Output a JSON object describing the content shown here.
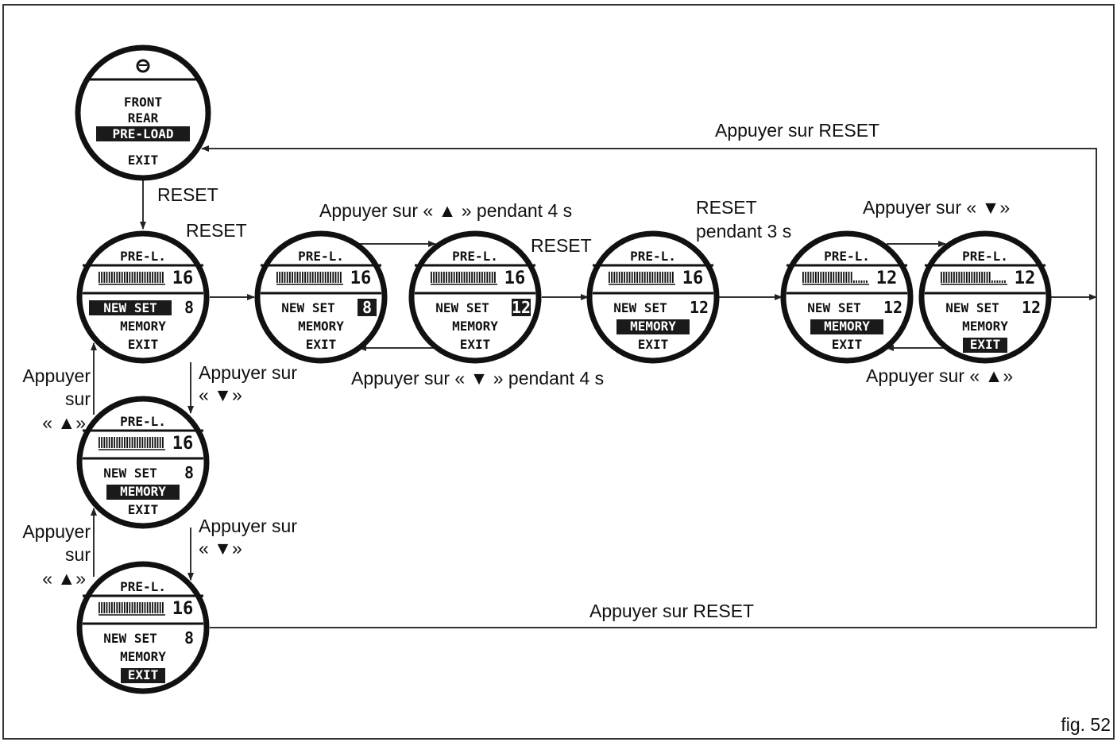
{
  "figure_label": "fig. 52",
  "menu_screen": {
    "icon": "suspension-icon",
    "items": [
      "FRONT",
      "REAR",
      "PRE-LOAD",
      "EXIT"
    ],
    "selected": "PRE-LOAD"
  },
  "screens": [
    {
      "id": "s1",
      "header": "PRE-L.",
      "value": "16",
      "bar": "full",
      "new_set": "8",
      "selected": "NEW SET"
    },
    {
      "id": "s2",
      "header": "PRE-L.",
      "value": "16",
      "bar": "full",
      "new_set": "8",
      "selected": "VALUE"
    },
    {
      "id": "s3",
      "header": "PRE-L.",
      "value": "16",
      "bar": "full",
      "new_set": "12",
      "selected": "VALUE"
    },
    {
      "id": "s4",
      "header": "PRE-L.",
      "value": "16",
      "bar": "full",
      "new_set": "12",
      "selected": "MEMORY"
    },
    {
      "id": "s5",
      "header": "PRE-L.",
      "value": "12",
      "bar": "partial",
      "new_set": "12",
      "selected": "MEMORY"
    },
    {
      "id": "s6",
      "header": "PRE-L.",
      "value": "12",
      "bar": "partial",
      "new_set": "12",
      "selected": "EXIT"
    },
    {
      "id": "s7",
      "header": "PRE-L.",
      "value": "16",
      "bar": "full",
      "new_set": "8",
      "selected": "MEMORY"
    },
    {
      "id": "s8",
      "header": "PRE-L.",
      "value": "16",
      "bar": "full",
      "new_set": "8",
      "selected": "EXIT"
    }
  ],
  "screen_text": {
    "new_set": "NEW SET",
    "memory": "MEMORY",
    "exit": "EXIT"
  },
  "labels": {
    "reset_top_loop": "Appuyer sur RESET",
    "reset_down": "RESET",
    "reset_s1": "RESET",
    "up_4s": "Appuyer sur « ▲ » pendant 4 s",
    "reset_s3": "RESET",
    "reset_3s_line1": "RESET",
    "reset_3s_line2": "pendant 3 s",
    "press_down_right": "Appuyer sur « ▼»",
    "down_4s": "Appuyer sur « ▼ » pendant 4 s",
    "press_up_right": "Appuyer sur « ▲»",
    "press_down_1_line1": "Appuyer sur",
    "press_down_1_line2": "« ▼»",
    "press_down_2_line1": "Appuyer sur",
    "press_down_2_line2": "« ▼»",
    "press_up_1_line1": "Appuyer",
    "press_up_1_line2": "sur",
    "press_up_1_line3": "« ▲»",
    "press_up_2_line1": "Appuyer",
    "press_up_2_line2": "sur",
    "press_up_2_line3": "« ▲»",
    "reset_bottom_loop": "Appuyer sur RESET"
  }
}
